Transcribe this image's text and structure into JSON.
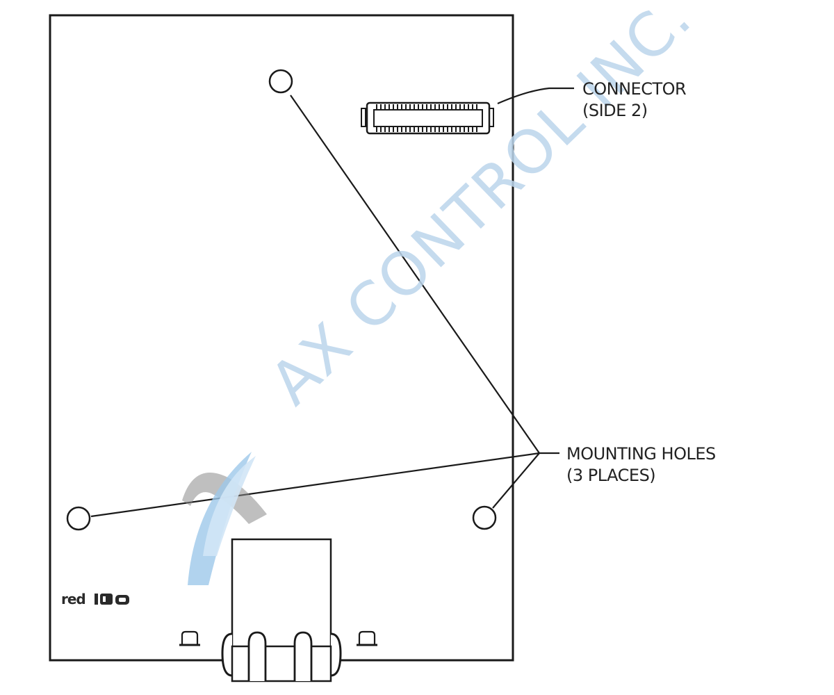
{
  "labels": {
    "connector_line1": "CONNECTOR",
    "connector_line2": "(SIDE 2)",
    "mounting_line1": "MOUNTING HOLES",
    "mounting_line2": "(3 PLACES)"
  },
  "watermark": {
    "text": "AX CONTROL INC.",
    "color": "#bcd5ec"
  },
  "logo": {
    "text": "red lion"
  },
  "colors": {
    "line": "#1a1a1a",
    "background": "#ffffff"
  }
}
